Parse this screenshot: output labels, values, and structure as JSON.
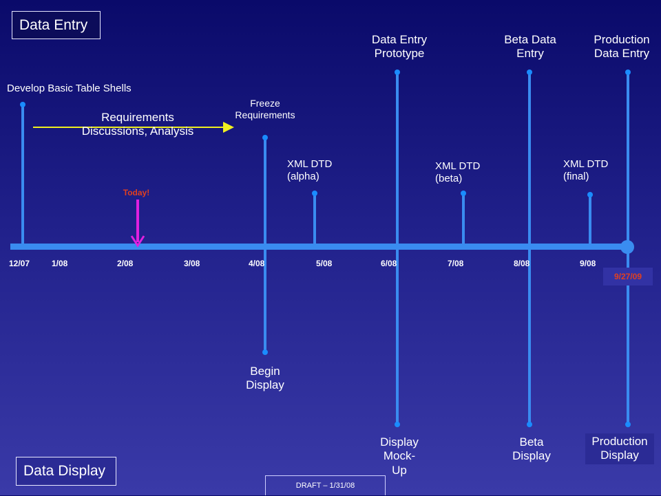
{
  "corner_boxes": {
    "data_entry": "Data Entry",
    "data_display": "Data Display"
  },
  "milestones_top": {
    "develop": "Develop Basic Table Shells",
    "requirements_l1": "Requirements",
    "requirements_l2": "Discussions, Analysis",
    "freeze_l1": "Freeze",
    "freeze_l2": "Requirements",
    "xml_alpha_l1": "XML DTD",
    "xml_alpha_l2": "(alpha)",
    "prototype_l1": "Data Entry",
    "prototype_l2": "Prototype",
    "xml_beta_l1": "XML DTD",
    "xml_beta_l2": "(beta)",
    "beta_entry_l1": "Beta Data",
    "beta_entry_l2": "Entry",
    "xml_final_l1": "XML DTD",
    "xml_final_l2": "(final)",
    "production_entry_l1": "Production",
    "production_entry_l2": "Data Entry"
  },
  "milestones_bottom": {
    "begin_display_l1": "Begin",
    "begin_display_l2": "Display",
    "mockup_l1": "Display",
    "mockup_l2": "Mock-",
    "mockup_l3": "Up",
    "beta_display_l1": "Beta",
    "beta_display_l2": "Display",
    "production_display_l1": "Production",
    "production_display_l2": "Display"
  },
  "today_label": "Today!",
  "end_date": "9/27/09",
  "ticks": [
    "12/07",
    "1/08",
    "2/08",
    "3/08",
    "4/08",
    "5/08",
    "6/08",
    "7/08",
    "8/08",
    "9/08"
  ],
  "footer": "DRAFT – 1/31/08",
  "colors": {
    "axis": "#3a8cf0",
    "today_arrow": "#e020e0",
    "requirements_arrow": "#f0f020",
    "highlight": "#e04020"
  }
}
